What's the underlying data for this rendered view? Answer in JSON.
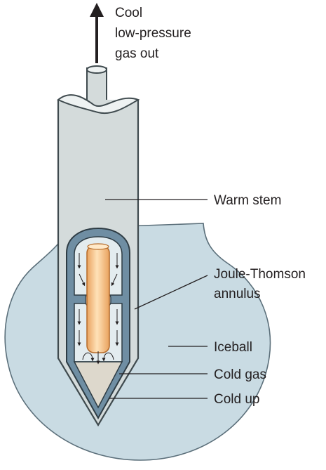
{
  "gas_out_label": [
    "Cool",
    "low-pressure",
    "gas out"
  ],
  "labels": {
    "warm_stem": "Warm stem",
    "joule_thomson": [
      "Joule-Thomson",
      "annulus"
    ],
    "iceball": "Iceball",
    "cold_gas": "Cold gas",
    "cold_up": "Cold up"
  },
  "colors": {
    "iceball_fill": "#c9dbe3",
    "iceball_stroke": "#5b6f7a",
    "stem_fill": "#d4dbdb",
    "stem_stroke": "#3f4a4e",
    "annulus_fill": "#6f8ea3",
    "chamber_fill": "#e3ecef",
    "cold_tip_fill": "#ddd8cc",
    "inner_tube": "#f0b27a",
    "arrow": "#231f20"
  }
}
